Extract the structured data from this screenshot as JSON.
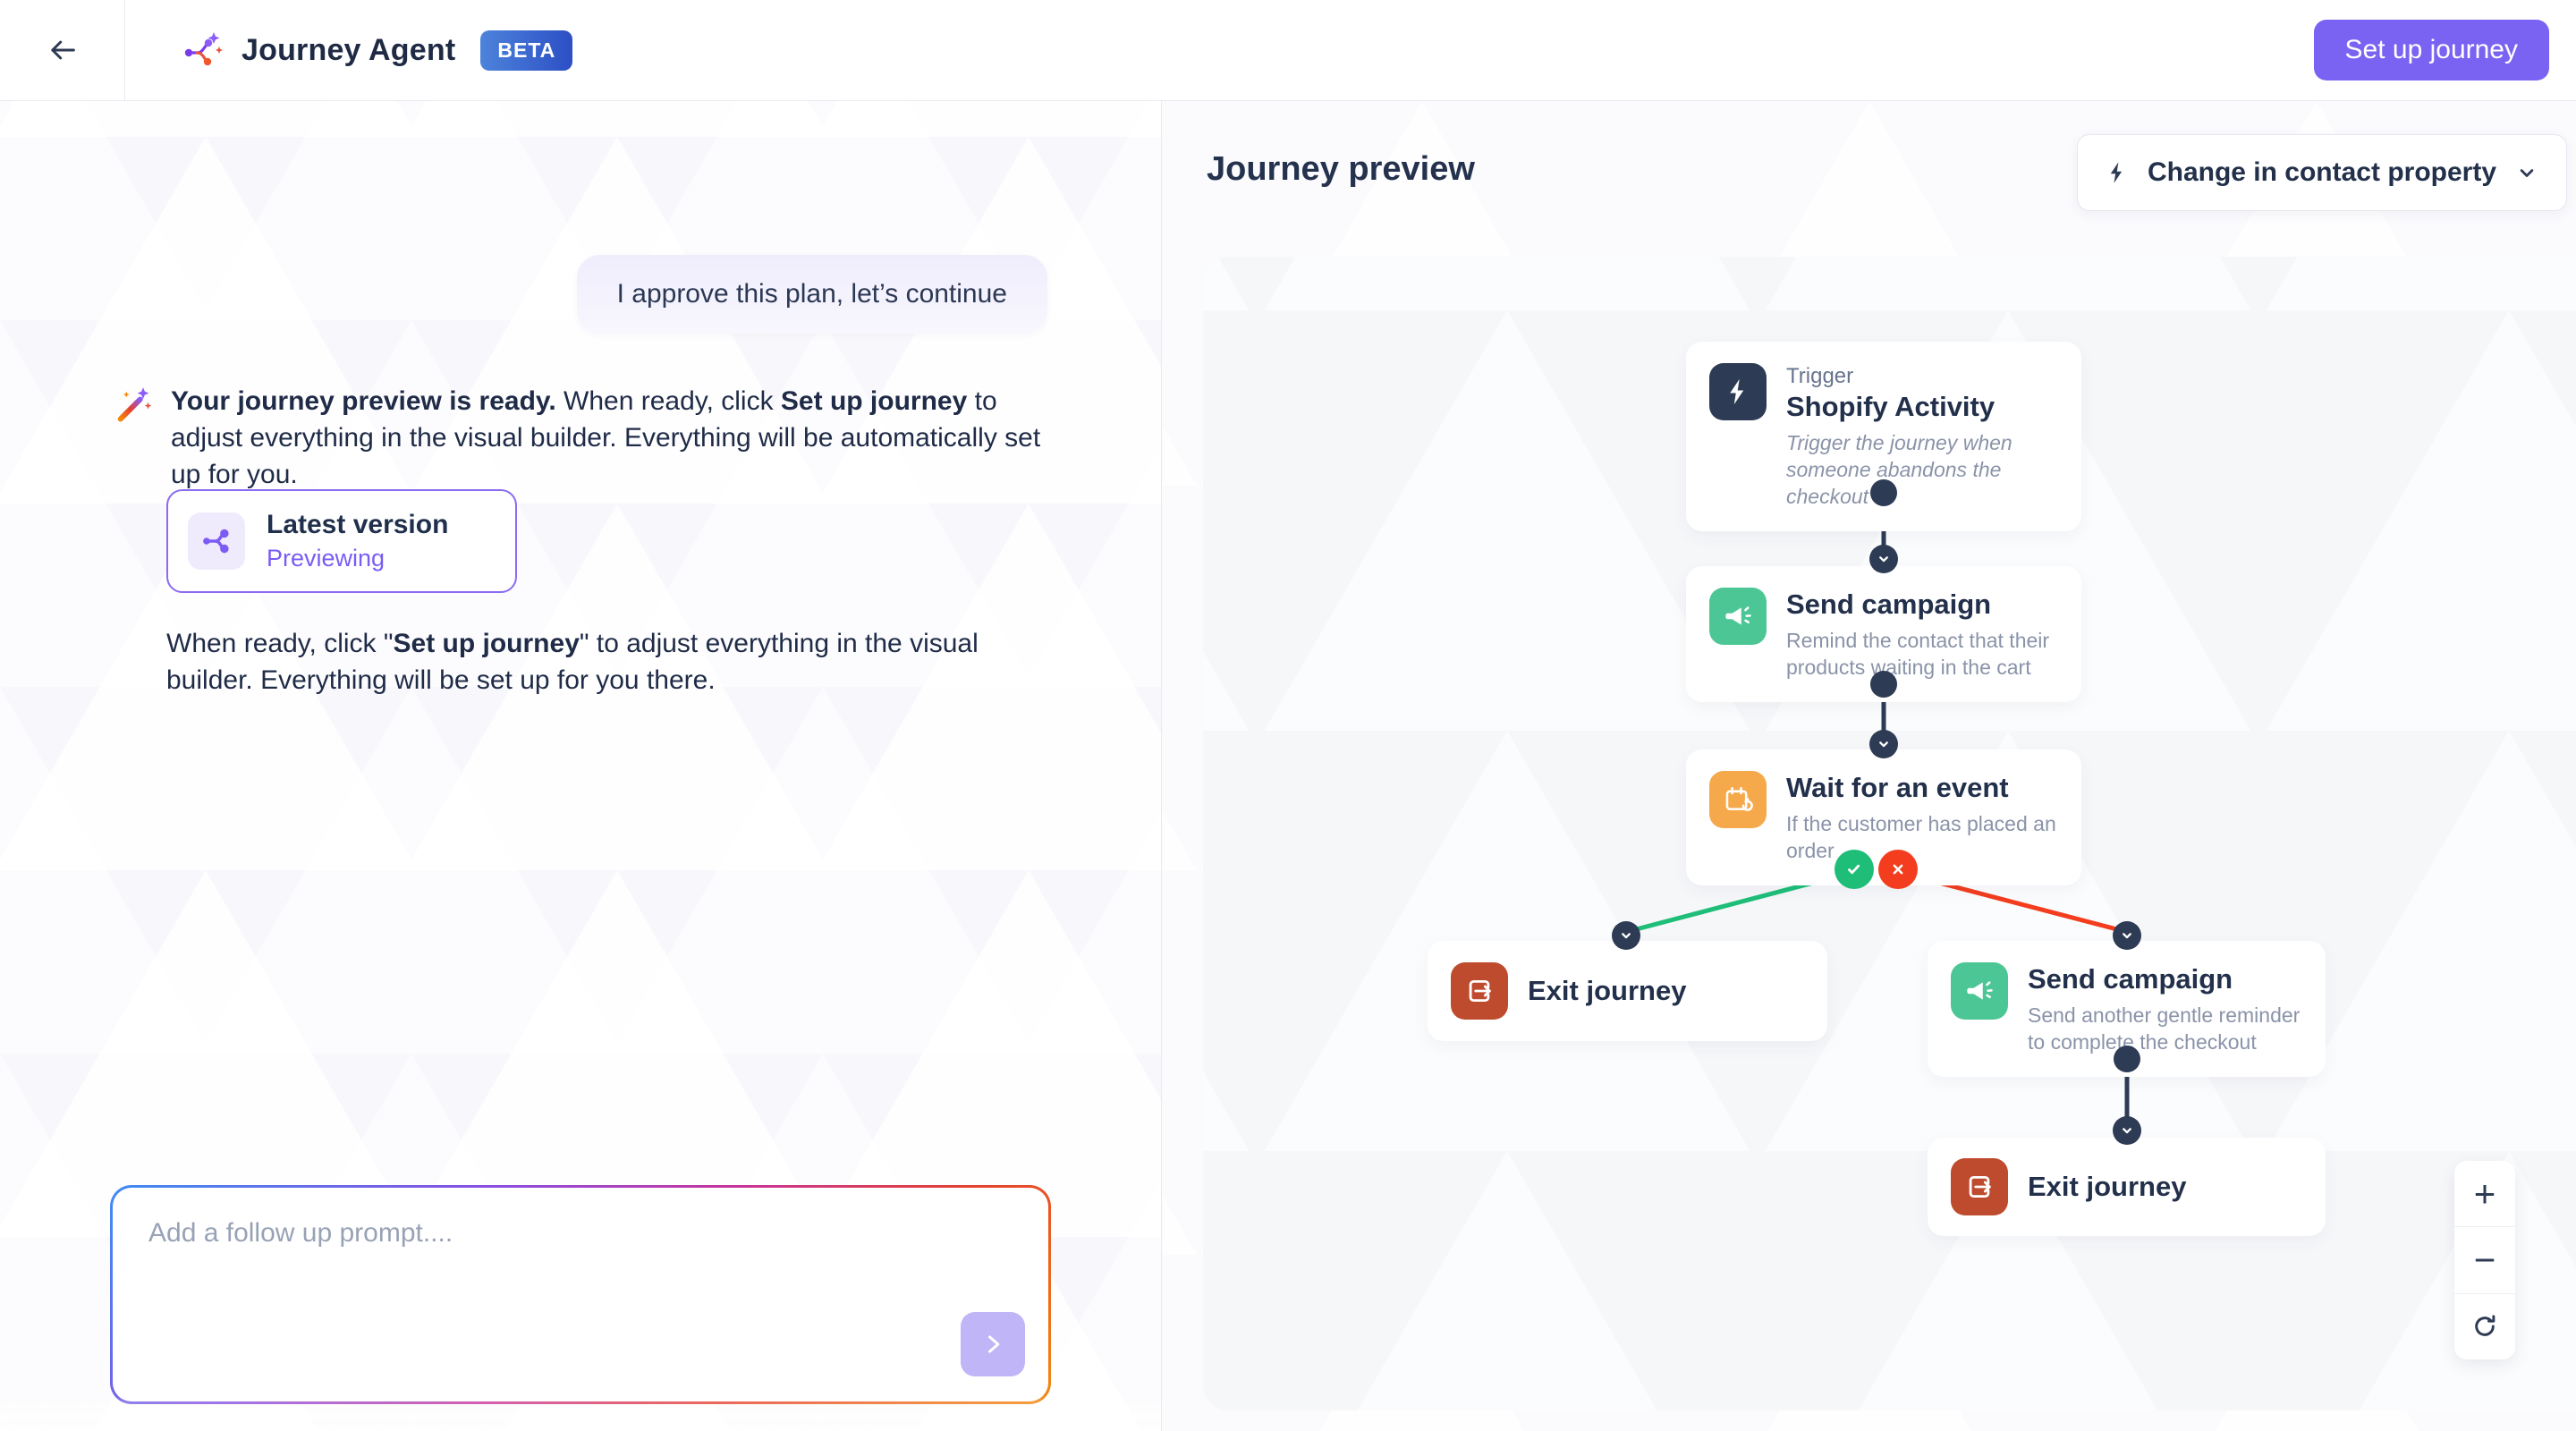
{
  "header": {
    "app_title": "Journey Agent",
    "beta_badge": "BETA",
    "setup_button": "Set up journey"
  },
  "chat": {
    "user_message": "I approve this plan, let’s continue",
    "assistant_message": {
      "bold1": "Your journey preview is ready.",
      "text1": " When ready, click ",
      "bold2": "Set up journey",
      "text2": " to adjust everything in the visual builder. Everything will be automatically set up for you."
    },
    "version_card": {
      "title": "Latest version",
      "status": "Previewing"
    },
    "followup_note": {
      "text1": "When ready, click \"",
      "bold1": "Set up journey",
      "text2": "\" to adjust everything in the visual builder. Everything will be set up for you there."
    },
    "composer": {
      "placeholder": "Add a follow up prompt...."
    }
  },
  "preview": {
    "title": "Journey preview",
    "filter_button": "Change in contact property",
    "nodes": {
      "trigger": {
        "kicker": "Trigger",
        "title": "Shopify Activity",
        "description": "Trigger the journey when someone abandons the checkout"
      },
      "send_campaign_1": {
        "title": "Send campaign",
        "description": "Remind the contact that their products waiting in the cart"
      },
      "wait_event": {
        "title": "Wait for an event",
        "description": "If the customer has placed an order"
      },
      "exit_left": {
        "title": "Exit journey"
      },
      "send_campaign_2": {
        "title": "Send campaign",
        "description": "Send another gentle reminder to complete the checkout"
      },
      "exit_bottom": {
        "title": "Exit journey"
      }
    },
    "zoom_controls": {
      "zoom_in": "+",
      "zoom_out": "−"
    }
  },
  "colors": {
    "accent_purple": "#7A63F2",
    "node_navy": "#2E3B55",
    "node_green": "#4CC695",
    "node_orange": "#F5A94B",
    "node_rust": "#BF4B2E",
    "branch_yes_green": "#1EBE78",
    "branch_no_red": "#F33D1E",
    "beta_gradient": "#4D83DB → #2C4FC5"
  }
}
